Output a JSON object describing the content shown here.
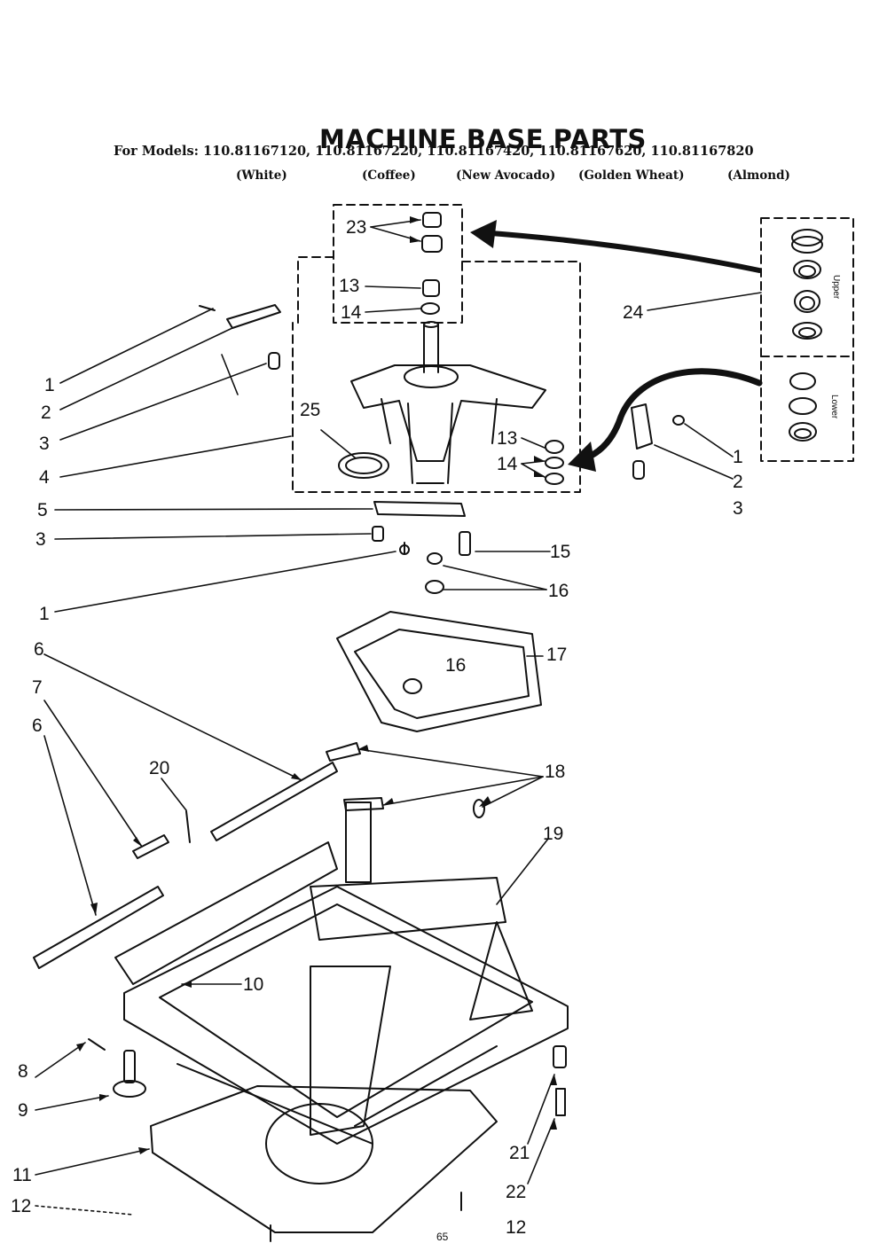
{
  "title": "MACHINE BASE PARTS",
  "models_line": "For Models: 110.81167120, 110.81167220, 110.81167420, 110.81167620, 110.81167820",
  "colors": [
    "(White)",
    "(Coffee)",
    "(New Avocado)",
    "(Golden Wheat)",
    "(Almond)"
  ],
  "kit_labels": {
    "upper": "Upper",
    "lower": "Lower"
  },
  "footer_code": "65",
  "callouts": {
    "c1a": "1",
    "c2a": "2",
    "c3a": "3",
    "c4": "4",
    "c5": "5",
    "c3b": "3",
    "c1b": "1",
    "c6a": "6",
    "c7": "7",
    "c6b": "6",
    "c20": "20",
    "c8": "8",
    "c9": "9",
    "c10": "10",
    "c11": "11",
    "c12a": "12",
    "c12b": "12",
    "c13a": "13",
    "c14a": "14",
    "c23": "23",
    "c25": "25",
    "c13b": "13",
    "c14b": "14",
    "c24": "24",
    "c1c": "1",
    "c2c": "2",
    "c3c": "3",
    "c15": "15",
    "c16a": "16",
    "c16b": "16",
    "c17": "17",
    "c18": "18",
    "c19": "19",
    "c21": "21",
    "c22": "22"
  }
}
